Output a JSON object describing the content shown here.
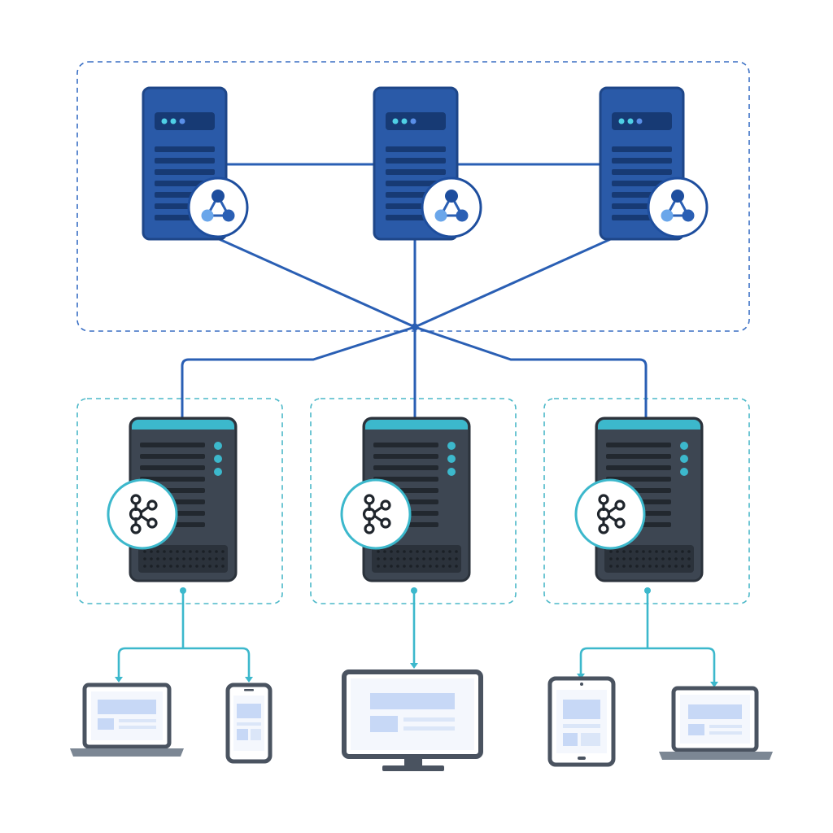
{
  "colors": {
    "top_server": "#2a5aa8",
    "top_server_dark": "#1e4688",
    "top_link": "#2a5fb4",
    "bottom_server": "#3d4652",
    "bottom_server_dark": "#2b323b",
    "accent_teal": "#3cb8cc",
    "device_frame": "#4a5360",
    "screen_fill": "#f4f7fd",
    "screen_block": "#c7d8f6",
    "group_border_top": "#3a6fc4",
    "group_border_bottom": "#4bb8c8",
    "background": "#ffffff"
  },
  "top_cluster": {
    "servers": [
      {
        "badge_icon": "cluster-graph-icon"
      },
      {
        "badge_icon": "cluster-graph-icon"
      },
      {
        "badge_icon": "cluster-graph-icon"
      }
    ]
  },
  "broker_nodes": [
    {
      "badge_icon": "kafka-icon"
    },
    {
      "badge_icon": "kafka-icon"
    },
    {
      "badge_icon": "kafka-icon"
    }
  ],
  "client_devices": [
    {
      "type": "laptop",
      "icon": "laptop-icon"
    },
    {
      "type": "phone",
      "icon": "smartphone-icon"
    },
    {
      "type": "desktop",
      "icon": "desktop-monitor-icon"
    },
    {
      "type": "tablet",
      "icon": "tablet-icon"
    },
    {
      "type": "laptop",
      "icon": "laptop-icon"
    }
  ]
}
